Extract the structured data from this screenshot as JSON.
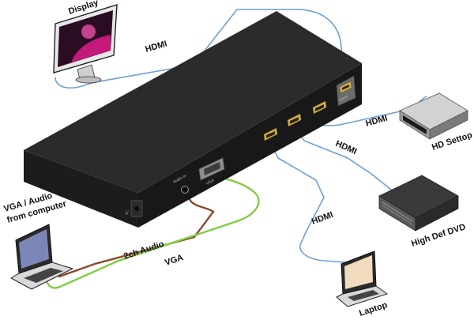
{
  "labels": {
    "display": "Display",
    "hdmi_display": "HDMI",
    "hdmi_settop": "HDMI",
    "hdmi_dvd": "HDMI",
    "hdmi_laptop": "HDMI",
    "hd_settop": "HD Settop",
    "high_def_dvd": "High Def DVD",
    "vga_audio_line1": "VGA / Audio",
    "vga_audio_line2": "from computer",
    "audio_2ch": "2ch Audio",
    "vga": "VGA",
    "laptop": "Laptop"
  },
  "device_panel": {
    "audio_in": "Audio In",
    "vga_port": "VGA",
    "hdmi_out": "Output"
  },
  "colors": {
    "hdmi_cable": "#6f9ed6",
    "vga_cable": "#7fce43",
    "audio_cable": "#8a4a2e",
    "chassis_top": "#2b2b2b",
    "chassis_front": "#1c1c1c",
    "chassis_side": "#151515",
    "hdmi_port": "#d4b24a"
  }
}
